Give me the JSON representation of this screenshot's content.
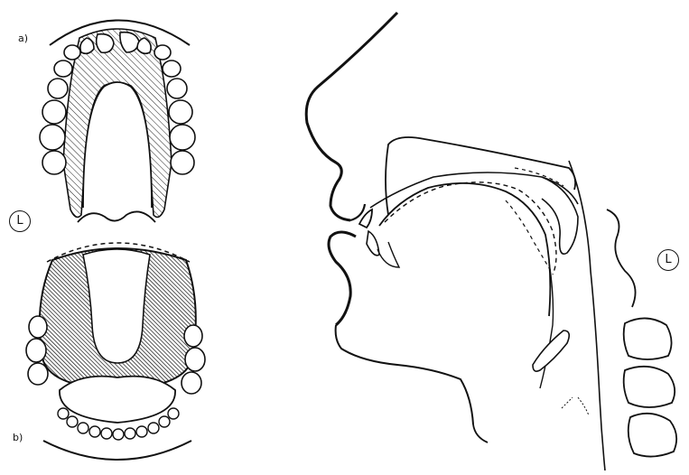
{
  "figure": {
    "panel_a_label": "a)",
    "panel_b_label": "b)",
    "sound_marker_left": "L",
    "sound_marker_right": "L"
  },
  "colors": {
    "ink": "#111111",
    "contact_hatch": "#222222",
    "background": "#ffffff"
  }
}
